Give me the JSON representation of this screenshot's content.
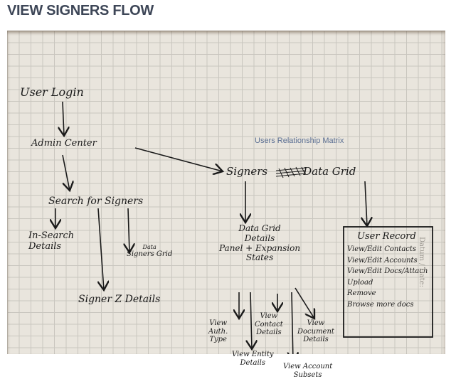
{
  "title": "VIEW SIGNERS FLOW",
  "diagram": {
    "user_login": "User Login",
    "admin_center": "Admin Center",
    "users_relationship_matrix": "Users Relationship Matrix",
    "signers_data_grid": "Signers Data Grid",
    "search_for_signers": "Search for Signers",
    "in_search_details": "In-Search Details",
    "data_signers_grid": [
      "Data",
      "Signers Grid"
    ],
    "signer_z_details": "Signer Z Details",
    "data_grid_details": [
      "Data Grid",
      "Details",
      "Panel + Expansion",
      "States"
    ],
    "view_auth_type": [
      "View",
      "Auth.",
      "Type"
    ],
    "view_contact_details": [
      "View",
      "Contact",
      "Details"
    ],
    "view_document_details": [
      "View",
      "Document",
      "Details"
    ],
    "view_entity_details": [
      "View Entity",
      "Details"
    ],
    "view_account_subsets": [
      "View Account",
      "Subsets"
    ],
    "user_record": {
      "title": "User Record",
      "items": [
        "View/Edit Contacts",
        "View/Edit Accounts",
        "View/Edit Docs/Attach",
        "Upload",
        "Remove",
        "Browse more docs"
      ]
    },
    "datum": "Datum / Date:"
  }
}
